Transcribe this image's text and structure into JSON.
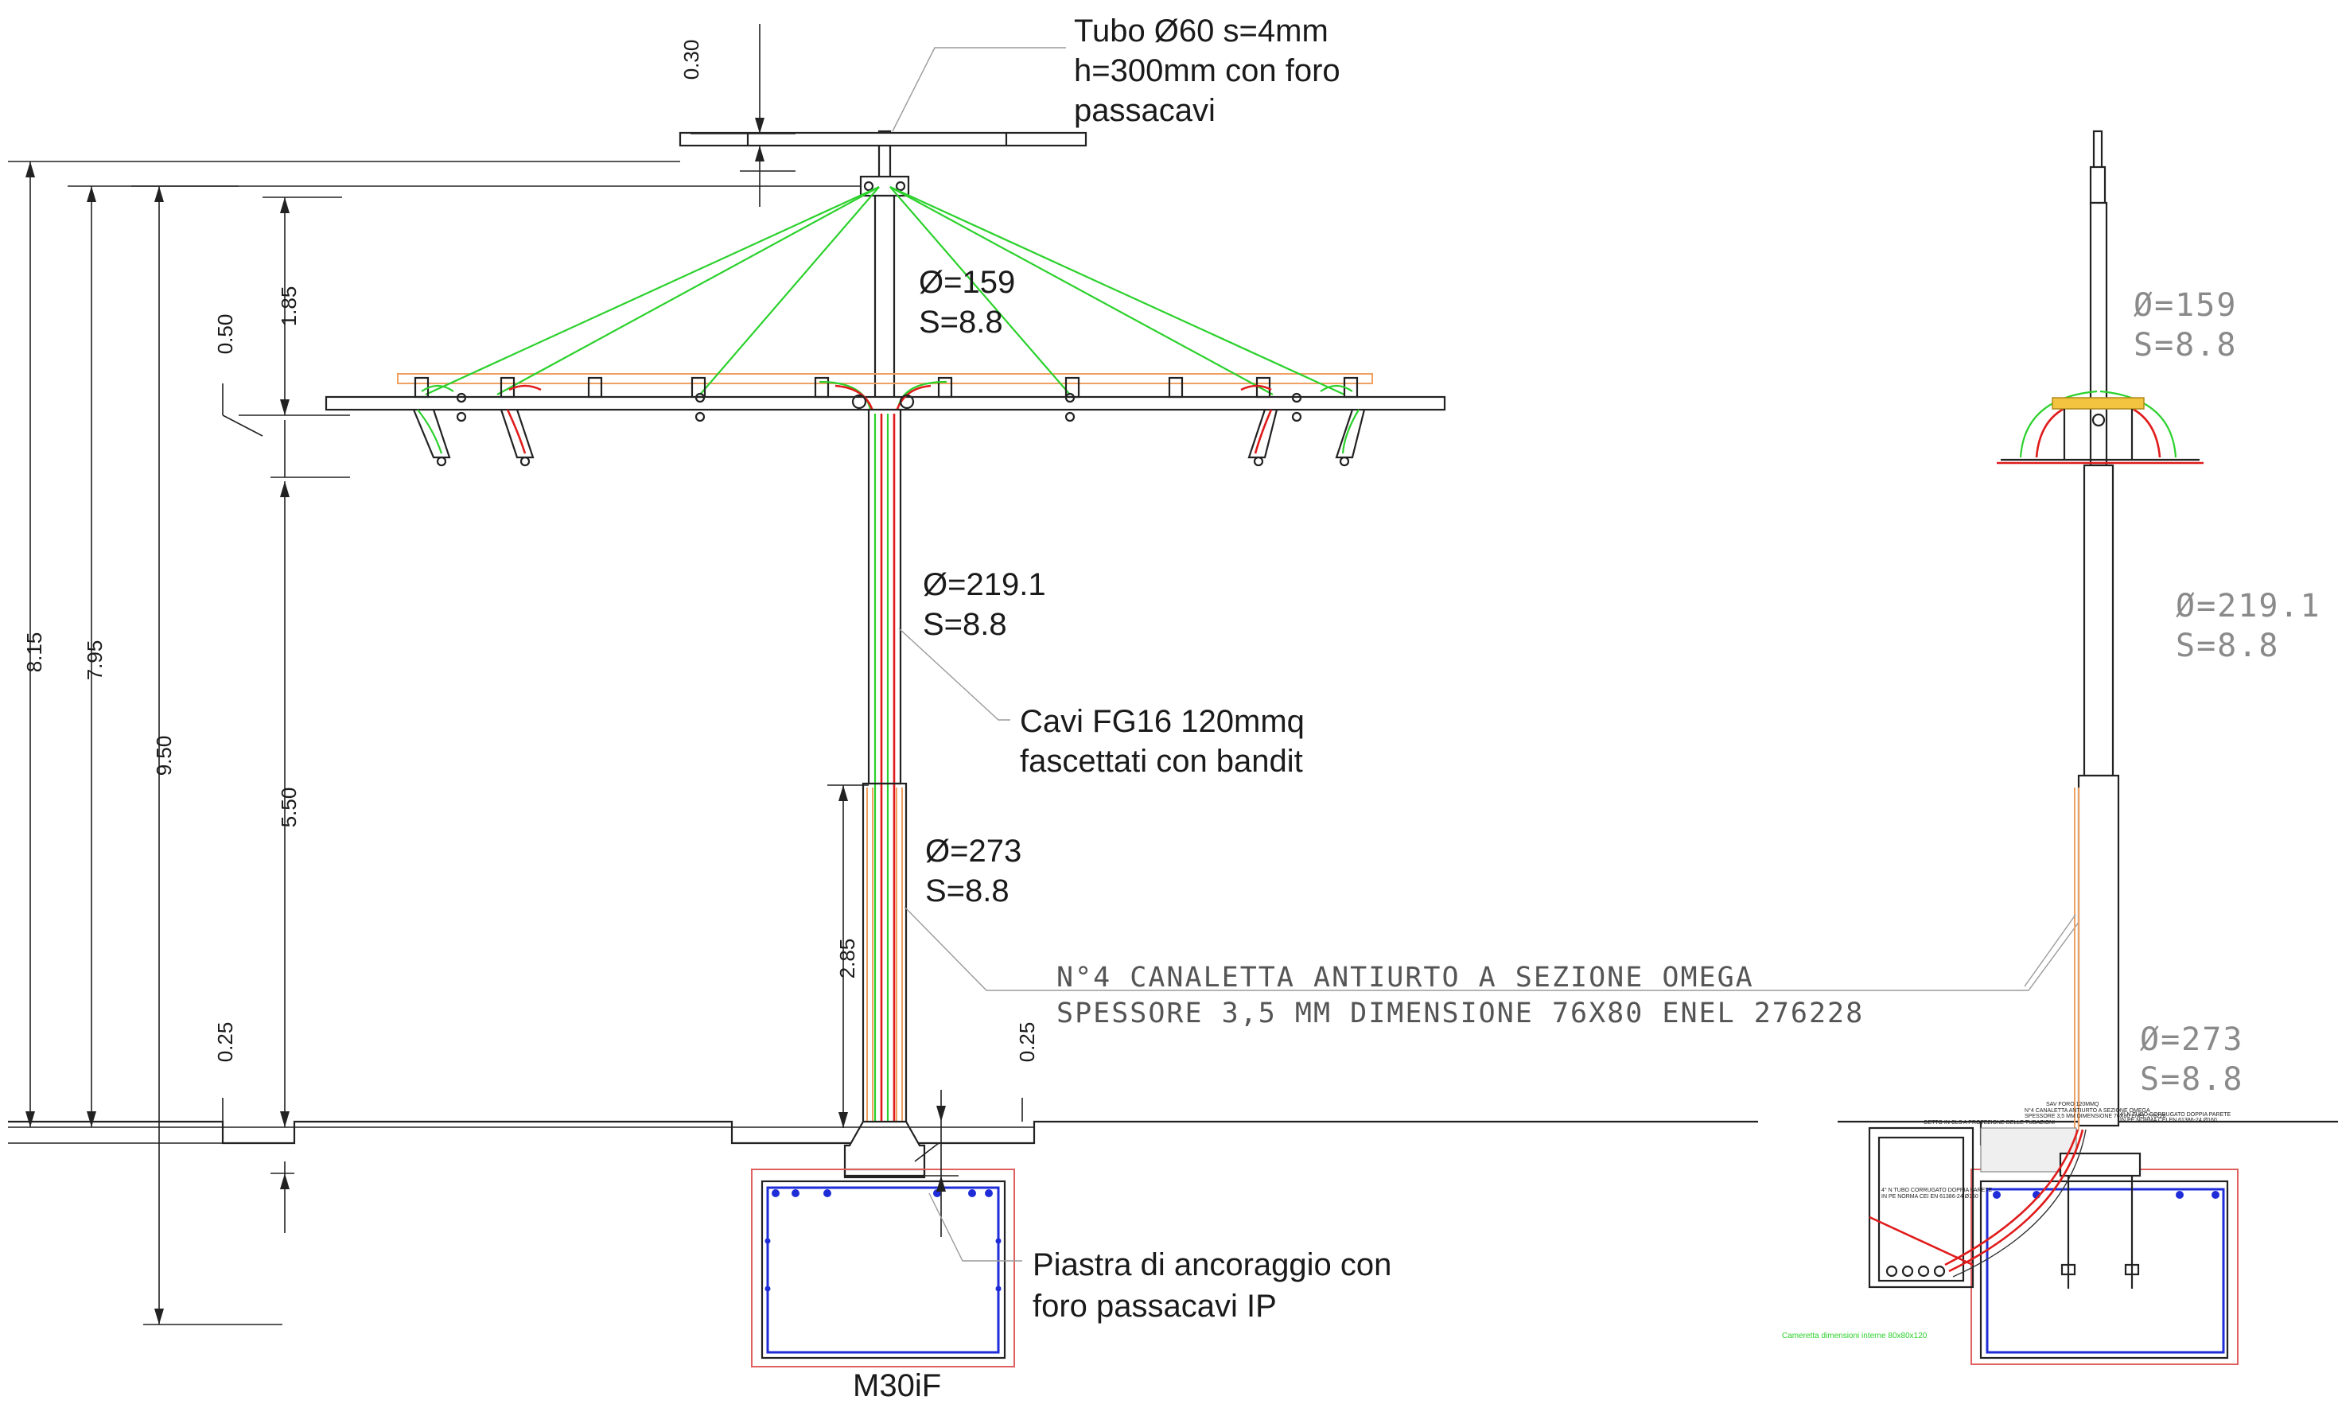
{
  "labels": {
    "tube": [
      "Tubo Ø60 s=4mm",
      "h=300mm con foro",
      "passacavi"
    ],
    "d159": [
      "Ø=159",
      "S=8.8"
    ],
    "d219": [
      "Ø=219.1",
      "S=8.8"
    ],
    "d273": [
      "Ø=273",
      "S=8.8"
    ],
    "cavi": [
      "Cavi FG16 120mmq",
      "fascettati con bandit"
    ],
    "canaletta": [
      "N°4 CANALETTA ANTIURTO A SEZIONE OMEGA",
      "SPESSORE 3,5 MM DIMENSIONE 76X80 ENEL 276228"
    ],
    "piastra": [
      "Piastra di ancoraggio con",
      "foro passacavi IP"
    ],
    "plinth_code": "M30iF",
    "side_d159": [
      "Ø=159",
      "S=8.8"
    ],
    "side_d219": [
      "Ø=219.1",
      "S=8.8"
    ],
    "side_d273": [
      "Ø=273",
      "S=8.8"
    ],
    "cameretta": "Cameretta dimensioni interne 80x80x120"
  },
  "dimensions": {
    "d030": "0.30",
    "d185": "1.85",
    "d050": "0.50",
    "d815": "8.15",
    "d795": "7.95",
    "d950": "9.50",
    "d550": "5.50",
    "d285": "2.85",
    "d025_left": "0.25",
    "d025_right": "0.25"
  },
  "side_notes": [
    "SAV FORO 120MMQ",
    "N°4 CANALETTA ANTIURTO A SEZIONE OMEGA",
    "SPESSORE 3,5 MM DIMENSIONE 76X80 ENEL 276228",
    "GETTO IN CLS A PROTEZIONE DELLE TUBAZIONI",
    "4° N TUBO CORRUGATO DOPPIA PARETE",
    "IN PE NORMA CEI EN 61386-24 Ø160",
    "4° N TUBO CORRUGATO DOPPIA PARETE",
    "IN PE NORMA CEI EN 61386-24 Ø160"
  ],
  "colors": {
    "line": "#222222",
    "stay_wire": "#2bd12b",
    "cable": "#e01b1b",
    "canaletta": "#f0a060",
    "rebar": "#1f2dd8",
    "plinth_outline": "#e06060",
    "cad_text": "#555555"
  }
}
